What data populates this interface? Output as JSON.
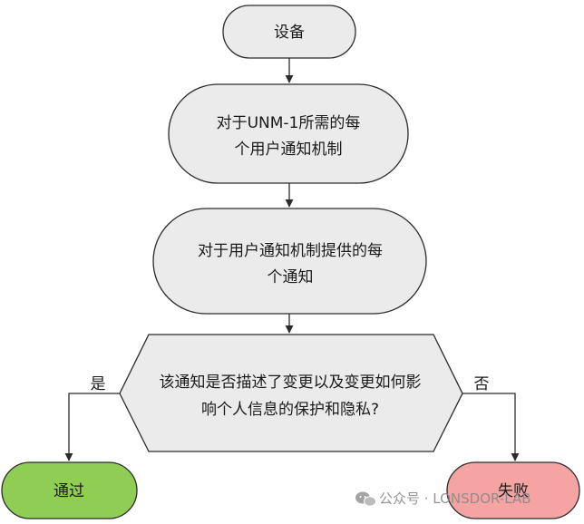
{
  "flowchart": {
    "nodes": {
      "device": {
        "lines": [
          "设备"
        ]
      },
      "each_mechanism": {
        "lines": [
          "对于UNM-1所需的每",
          "个用户通知机制"
        ]
      },
      "each_notification": {
        "lines": [
          "对于用户通知机制提供的每",
          "个通知"
        ]
      },
      "decision": {
        "lines": [
          "该通知是否描述了变更以及变更如何影",
          "响个人信息的保护和隐私?"
        ]
      },
      "pass": {
        "lines": [
          "通过"
        ]
      },
      "fail": {
        "lines": [
          "失败"
        ]
      }
    },
    "edges": {
      "yes_label": "是",
      "no_label": "否"
    }
  },
  "watermark": {
    "text": "公众号 · LONSDOR-LAB",
    "icon": "wechat-icon"
  },
  "colors": {
    "node_fill": "#ebebeb",
    "stroke": "#2b2b2b",
    "pass_fill": "#8fcd55",
    "fail_fill": "#f5a3a3"
  }
}
